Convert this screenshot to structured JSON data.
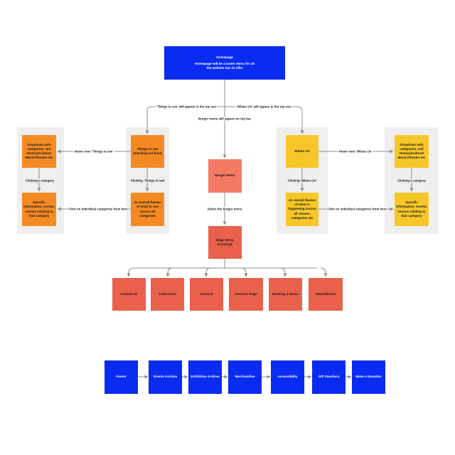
{
  "homepage": {
    "title": "Homepage",
    "desc": "Homepage will be a taster menu for all\nthe website has to offer"
  },
  "edges": {
    "things_top_nav": "'Things to see' will appear in the top nav",
    "whats_top_nav": "'Whats On' will appear in the top nav",
    "burger_top_bar": "Burger menu will appear on top bar",
    "hover_things": "Hover over 'Things to see'",
    "clicking_category_left": "Clicking a category",
    "clicking_things": "Clicking 'Things to see'",
    "click_individual_left": "Click on individual categories from here",
    "select_burger": "Select the burger menu",
    "clicking_whats": "Clicking 'Whats On'",
    "click_individual_right": "Click on individual categories from here",
    "hover_whats": "Hover over 'Whats On'",
    "clicking_category_right": "Clicking a category"
  },
  "nodes": {
    "dropdown_left": "Dropdown with categories, Art/ History/Culture/ Music/Theatre etc",
    "specific_left": "Specific information, events, venues relating to that category",
    "things_to_see": "Things to see (wording not final)",
    "overall_things": "An overall flavour of what to see across all categories",
    "burger_menu": "Burger Menu",
    "mega_menu": "Mega Menu, including,",
    "whats_on": "Whats On",
    "overall_whats": "An overall flavour of what is happening across all venues, categories etc",
    "dropdown_right": "Dropdown with categories, Art/ History/Culture/ Music/Theatre etc",
    "specific_right": "Specific information, events, venues relating to that category"
  },
  "mega_items": [
    "Contact Us",
    "Collections",
    "Account",
    "Services Page",
    "Booking a Venue",
    "News/Stories"
  ],
  "footer_items": [
    "Footer",
    "Events Archive",
    "Exhibition Archive",
    "Merchandise",
    "Accessibility",
    "Gift Vouchers",
    "Make a Donation"
  ],
  "colors": {
    "blue": "#0a2cf0",
    "orange": "#f48a24",
    "yellow": "#f7c72a",
    "salmon": "#f57a63",
    "red": "#e9614b",
    "panel": "#efefef",
    "line": "#8c8c8c"
  }
}
